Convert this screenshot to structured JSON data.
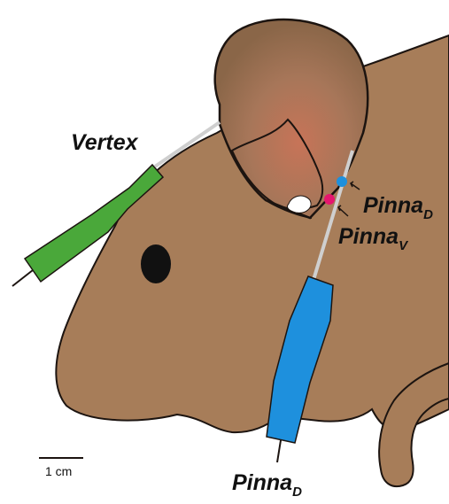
{
  "labels": {
    "vertex": "Vertex",
    "pinna_top_main": "Pinna",
    "pinna_top_sub": "D",
    "pinna_mid_main": "Pinna",
    "pinna_mid_sub": "V",
    "pinna_bottom_main": "Pinna",
    "pinna_bottom_sub": "D"
  },
  "scale_bar": {
    "label": "1 cm"
  },
  "colors": {
    "head": "#a77d59",
    "ear_outer": "#8f6b4d",
    "ear_inner": "#c07a5b",
    "outline": "#1c1410",
    "vertex_electrode": "#4aa83a",
    "pinna_electrode": "#1e90dd",
    "dot_dorsal": "#1e90dd",
    "dot_ventral": "#e5156e",
    "eye": "#111111"
  },
  "icons": {
    "electrode_vertex": "electrode-green-icon",
    "electrode_pinna": "electrode-blue-icon"
  }
}
